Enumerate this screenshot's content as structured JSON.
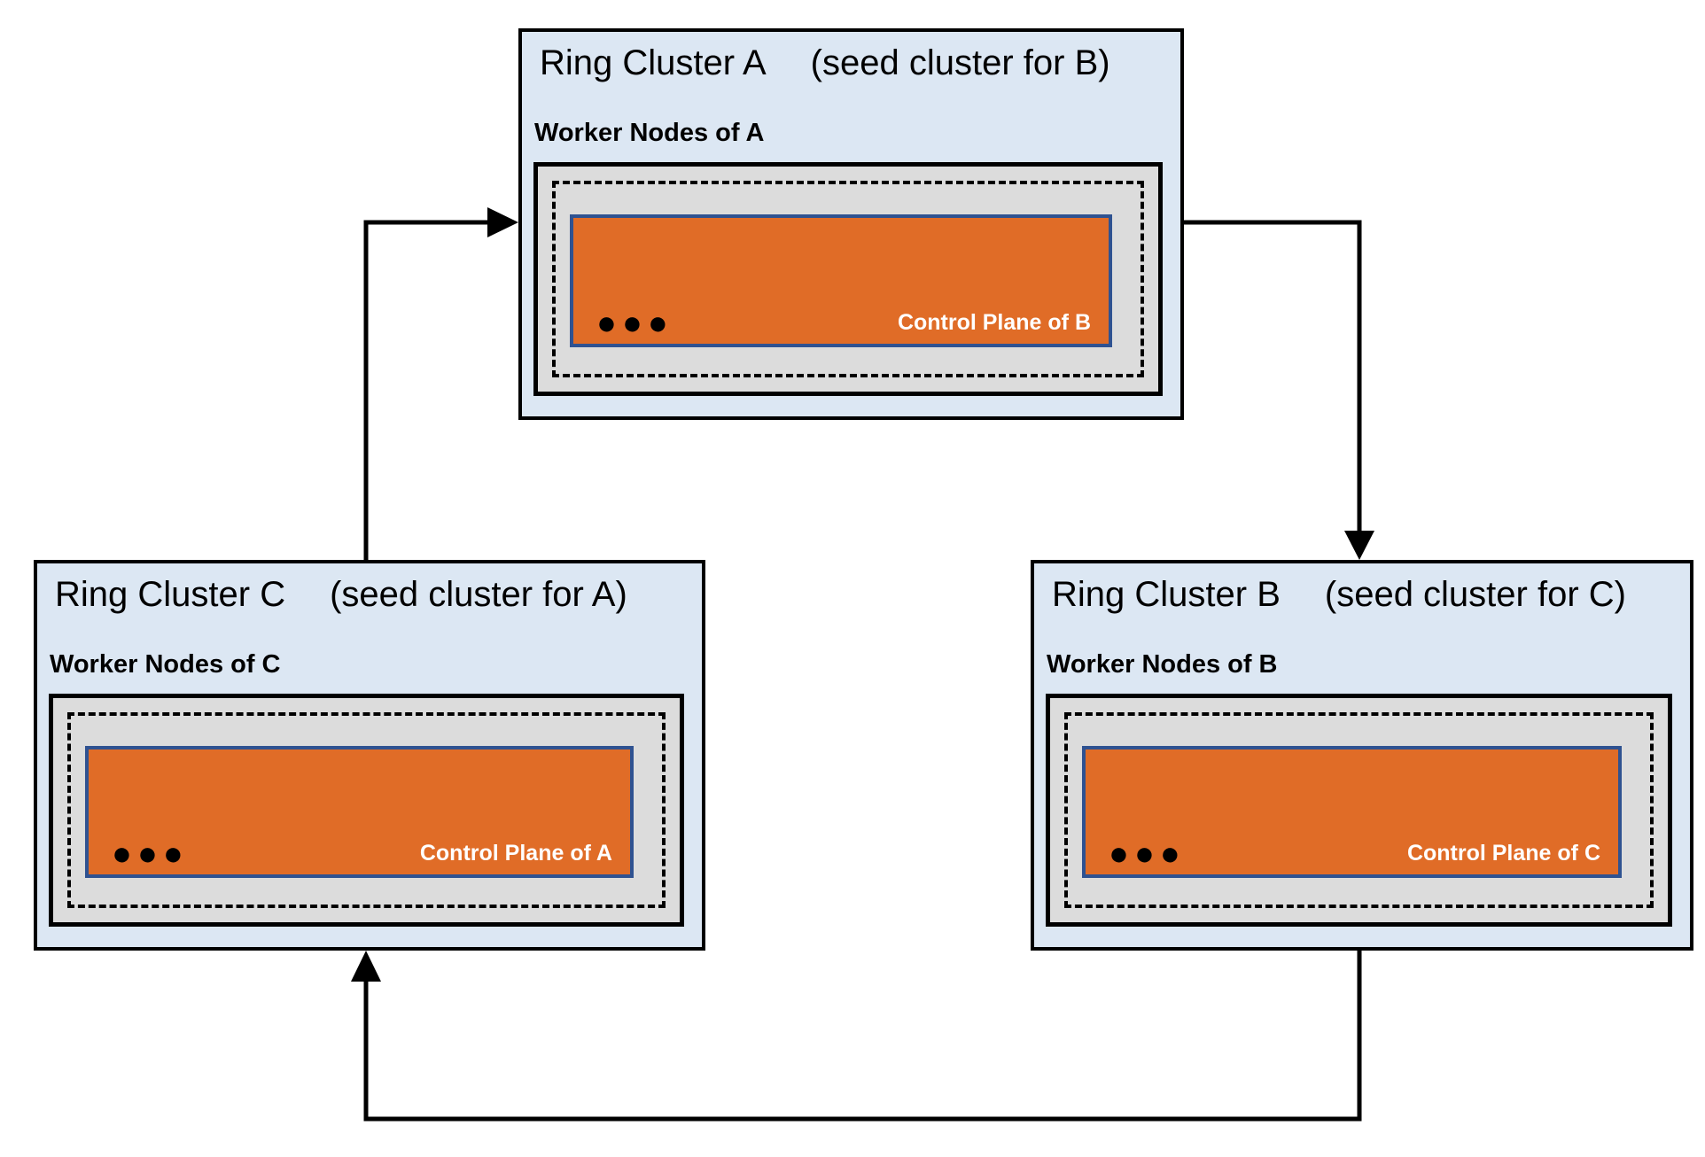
{
  "diagram": {
    "clusters": [
      {
        "name": "Ring Cluster A",
        "seed_note": "(seed cluster for B)",
        "worker_label": "Worker Nodes of A",
        "control_label": "Control Plane of B",
        "dots": "●●●"
      },
      {
        "name": "Ring Cluster B",
        "seed_note": "(seed cluster for C)",
        "worker_label": "Worker Nodes of B",
        "control_label": "Control Plane of C",
        "dots": "●●●"
      },
      {
        "name": "Ring Cluster C",
        "seed_note": "(seed cluster for A)",
        "worker_label": "Worker Nodes of C",
        "control_label": "Control Plane of A",
        "dots": "●●●"
      }
    ],
    "arrows": [
      {
        "from": "Ring Cluster C",
        "to": "Ring Cluster A"
      },
      {
        "from": "Ring Cluster A",
        "to": "Ring Cluster B"
      },
      {
        "from": "Ring Cluster B",
        "to": "Ring Cluster C"
      }
    ],
    "colors": {
      "cluster_bg": "#dce7f3",
      "worker_box_bg": "#dcdcdc",
      "control_plane_bg": "#e06c27",
      "control_plane_border": "#2f5291",
      "outline": "#000000"
    }
  }
}
